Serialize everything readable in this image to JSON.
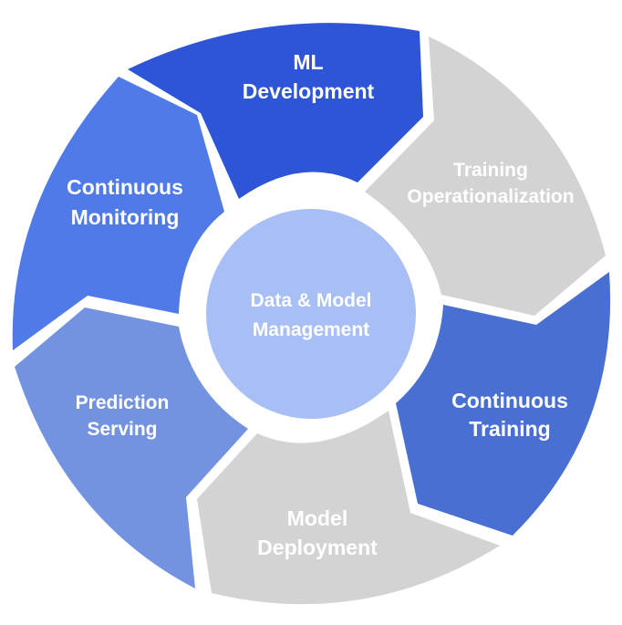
{
  "center": {
    "line1": "Data & Model",
    "line2": "Management",
    "color": "#a7bff5",
    "text_color": "#ffffff"
  },
  "segments": [
    {
      "id": "ml-development",
      "lines": [
        "ML",
        "Development"
      ],
      "color": "#2d55d6",
      "text_color": "#ffffff"
    },
    {
      "id": "training-operationalization",
      "lines": [
        "Training",
        "Operationalization"
      ],
      "color": "#d3d3d3",
      "text_color": "#ffffff"
    },
    {
      "id": "continuous-training",
      "lines": [
        "Continuous",
        "Training"
      ],
      "color": "#4a6fd3",
      "text_color": "#ffffff"
    },
    {
      "id": "model-deployment",
      "lines": [
        "Model",
        "Deployment"
      ],
      "color": "#d3d3d3",
      "text_color": "#ffffff"
    },
    {
      "id": "prediction-serving",
      "lines": [
        "Prediction",
        "Serving"
      ],
      "color": "#7392e0",
      "text_color": "#ffffff"
    },
    {
      "id": "continuous-monitoring",
      "lines": [
        "Continuous",
        "Monitoring"
      ],
      "color": "#4f7ae8",
      "text_color": "#ffffff"
    }
  ]
}
